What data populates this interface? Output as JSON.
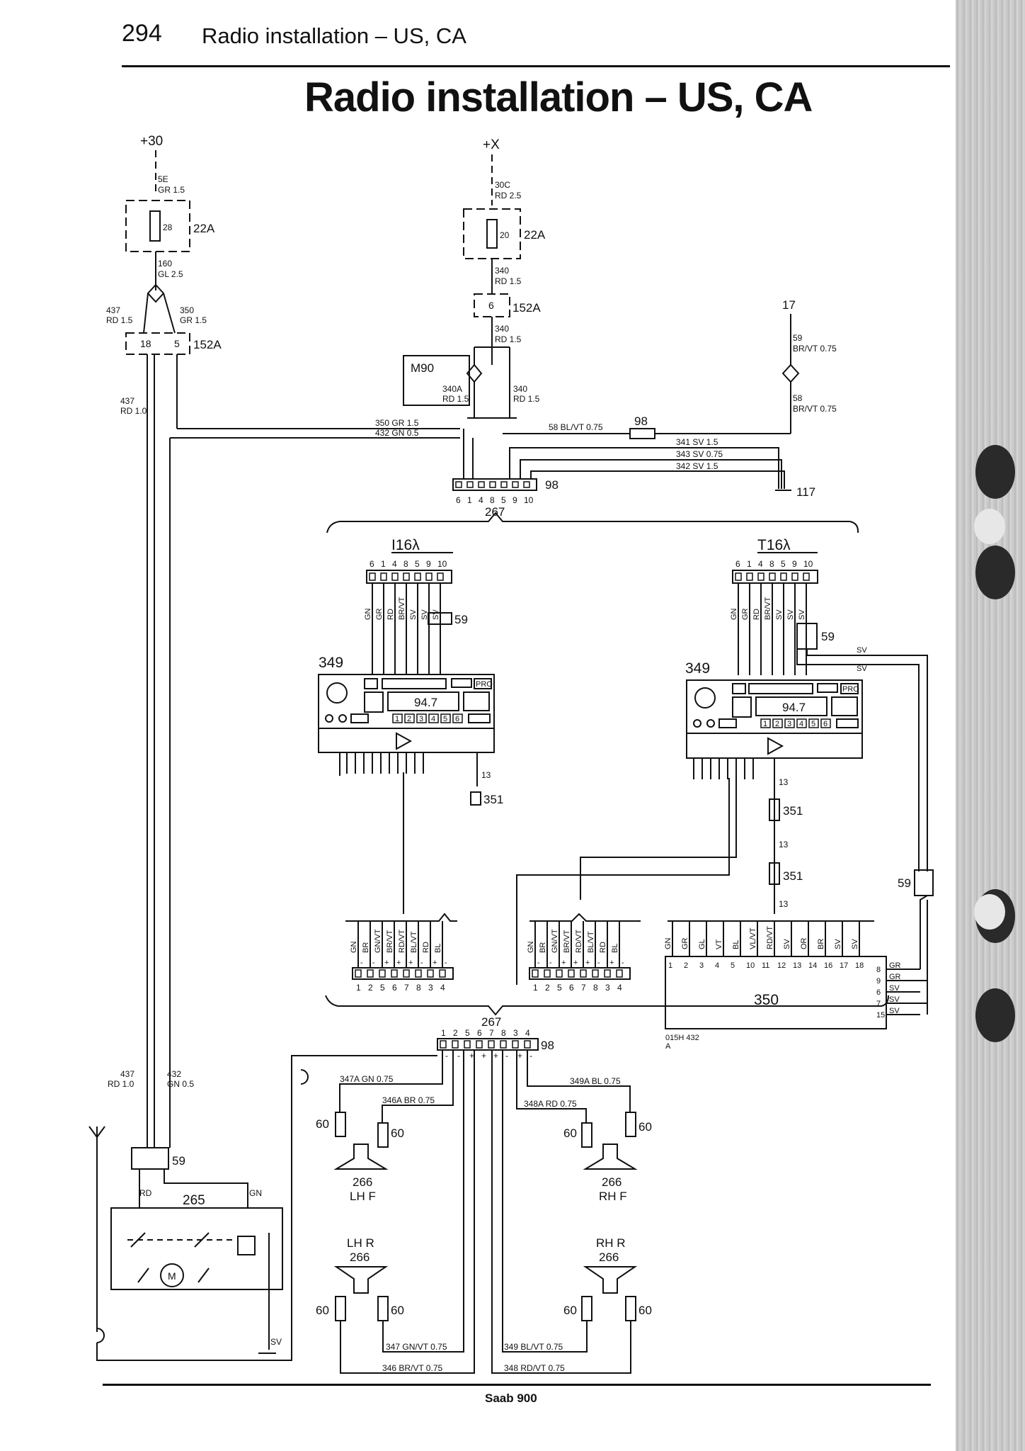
{
  "header": {
    "page_number": "294",
    "title": "Radio installation – US, CA"
  },
  "main_title": "Radio installation – US, CA",
  "footer": {
    "text": "Saab 900"
  },
  "labels": {
    "supply_30": "+30",
    "supply_x": "+X",
    "ref_17": "17",
    "ref_117": "117",
    "fuse_28": "28",
    "fuse_20": "20",
    "fuse_box_a": "22A",
    "fuse_box_b": "22A",
    "conn_152a_a": "152A",
    "conn_152a_b": "152A",
    "pin_18": "18",
    "pin_5": "5",
    "pin_6": "6",
    "m90": "M90",
    "ref_98_top": "98",
    "ref_98_mid": "98",
    "ref_98_bottom": "98",
    "ref_267_top": "267",
    "ref_267_bottom": "267",
    "radio_left_variant": "I16λ",
    "radio_right_variant": "T16λ",
    "radio_left_ref": "349",
    "radio_right_ref": "349",
    "radio_freq_left": "94.7",
    "radio_freq_right": "94.7",
    "radio_pro_left": "PRO",
    "radio_pro_right": "PRO",
    "ref_59_a": "59",
    "ref_59_b": "59",
    "ref_59_c": "59",
    "ref_59_d": "59",
    "ref_351_a": "351",
    "ref_351_b": "351",
    "ref_351_c": "351",
    "wire_13_a": "13",
    "wire_13_b": "13",
    "wire_13_c": "13",
    "wire_13_d": "13",
    "amp_ref": "350",
    "amp_code": "015H 432",
    "amp_code_suffix": "A",
    "antenna_ref": "265",
    "motor_label": "M",
    "speaker_ref": "266",
    "speaker_lhf": "LH F",
    "speaker_rhf": "RH F",
    "speaker_lhr": "LH R",
    "speaker_rhr": "RH R",
    "ref_60": "60",
    "wire_rd": "RD",
    "wire_gn": "GN",
    "wire_sv": "SV"
  },
  "wires": {
    "w5e": "5E",
    "w5e_spec": "GR 1.5",
    "w30c": "30C",
    "w30c_spec": "RD 2.5",
    "w160": "160",
    "w160_spec": "GL 2.5",
    "w437_a": "437",
    "w437_a_spec": "RD 1.5",
    "w350_a": "350",
    "w350_a_spec": "GR 1.5",
    "w340_a": "340",
    "w340_a_spec": "RD 1.5",
    "w340_b": "340",
    "w340_b_spec": "RD 1.5",
    "w340a": "340A",
    "w340a_spec": "RD 1.5",
    "w340_c": "340",
    "w340_c_spec": "RD 1.5",
    "w59": "59",
    "w59_spec": "BR/VT 0.75",
    "w58": "58",
    "w58_spec": "BR/VT 0.75",
    "w437_b": "437",
    "w437_b_spec": "RD 1.0",
    "w350_b": "350 GR 1.5",
    "w432_a": "432 GN 0.5",
    "w58_bl": "58 BL/VT 0.75",
    "w341": "341 SV 1.5",
    "w343": "343 SV 0.75",
    "w342": "342 SV 1.5",
    "w437_c": "437",
    "w437_c_spec": "RD 1.0",
    "w432_b": "432",
    "w432_b_spec": "GN 0.5",
    "w347a": "347A GN 0.75",
    "w346a": "346A BR 0.75",
    "w349a": "349A BL 0.75",
    "w348a": "348A RD 0.75",
    "w347": "347 GN/VT 0.75",
    "w346": "346 BR/VT 0.75",
    "w349": "349 BL/VT 0.75",
    "w348": "348 RD/VT 0.75"
  },
  "connectors": {
    "pins_267_top": [
      "6",
      "1",
      "4",
      "8",
      "5",
      "9",
      "10"
    ],
    "radio_pins": [
      "6",
      "1",
      "4",
      "8",
      "5",
      "9",
      "10"
    ],
    "radio_left_colors": [
      "GN",
      "GR",
      "RD",
      "BR/VT",
      "SV",
      "SV",
      "SV"
    ],
    "radio_right_colors": [
      "GN",
      "GR",
      "RD",
      "BR/VT",
      "SV",
      "SV",
      "SV"
    ],
    "spk_colors": [
      "GN",
      "BR",
      "GN/VT",
      "BR/VT",
      "RD/VT",
      "BL/VT",
      "RD",
      "BL"
    ],
    "spk_signs": [
      "-",
      "-",
      "+",
      "+",
      "+",
      "-",
      "+",
      "-"
    ],
    "spk_pins": [
      "1",
      "2",
      "5",
      "6",
      "7",
      "8",
      "3",
      "4"
    ],
    "pins_267_bottom": [
      "1",
      "2",
      "5",
      "6",
      "7",
      "8",
      "3",
      "4"
    ],
    "signs_267_bottom": [
      "-",
      "-",
      "+",
      "+",
      "+",
      "-",
      "+",
      "-"
    ],
    "amp_colors": [
      "GN",
      "GR",
      "GL",
      "VT",
      "BL",
      "VL/VT",
      "RD/VT",
      "SV",
      "OR",
      "BR",
      "SV",
      "SV"
    ],
    "amp_pins": [
      "1",
      "2",
      "3",
      "4",
      "5",
      "10",
      "11",
      "12",
      "13",
      "14",
      "16",
      "17",
      "18"
    ],
    "amp_side_pins": [
      "8",
      "9",
      "6",
      "7",
      "15"
    ],
    "amp_side_colors": [
      "GR",
      "GR",
      "SV",
      "SV",
      "SV"
    ],
    "radio_left_buttons": [
      "1",
      "2",
      "3",
      "4",
      "5",
      "6"
    ],
    "radio_right_buttons": [
      "1",
      "2",
      "3",
      "4",
      "5",
      "6"
    ]
  }
}
